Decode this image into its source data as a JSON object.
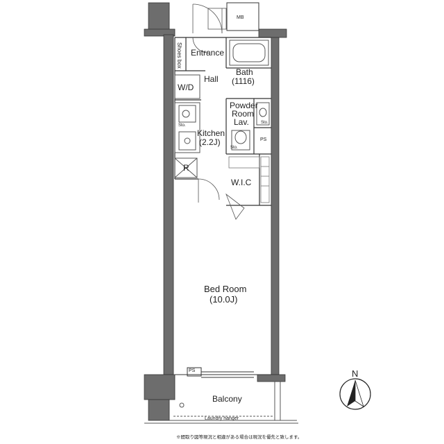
{
  "rooms": {
    "entrance": "Entrance",
    "shoes_box": "Shoes box",
    "hall": "Hall",
    "wd": "W/D",
    "bath_name": "Bath",
    "bath_size": "(1116)",
    "powder_line1": "Powder",
    "powder_line2": "Room",
    "lav": "Lav.",
    "kitchen_name": "Kitchen",
    "kitchen_size": "(2.2J)",
    "r": "R",
    "ps": "PS",
    "sto": "Sto.",
    "wic": "W.I.C",
    "bedroom_name": "Bed Room",
    "bedroom_size": "(10.0J)",
    "mb": "MB",
    "balcony": "Balcony",
    "laundry": "Laundry hanger"
  },
  "compass": {
    "north": "N"
  },
  "footnote": "※間取り図等現況と相違がある場合は現況を優先と致します。",
  "colors": {
    "wall": "#6d6d6d",
    "line": "#333333",
    "thin": "#777777"
  }
}
